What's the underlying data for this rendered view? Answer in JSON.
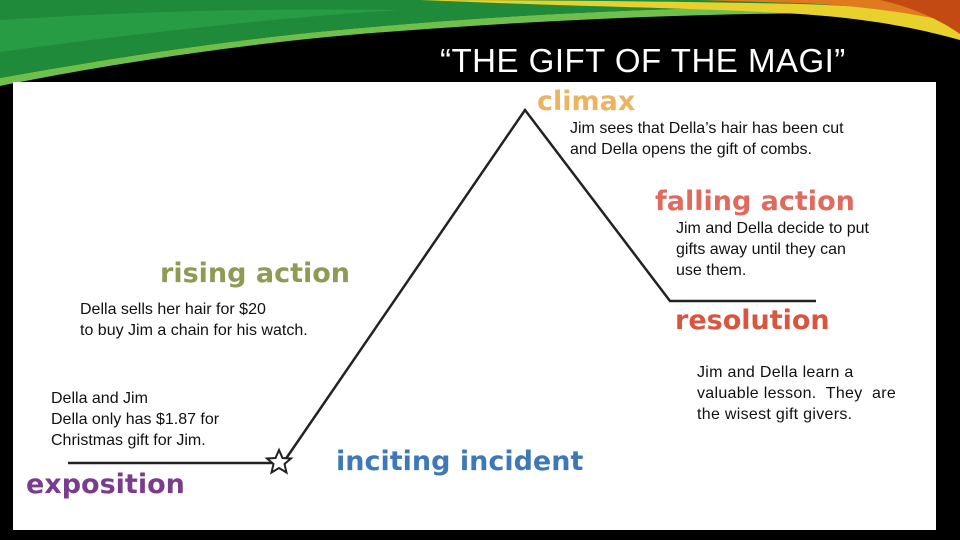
{
  "slide": {
    "title": "“THE GIFT OF THE MAGI”"
  },
  "colors": {
    "background": "#000000",
    "panel": "#ffffff",
    "band_green": "#1f8a3a",
    "band_yellow": "#e8d12c",
    "band_orange": "#e07a1f"
  },
  "plot_diagram": {
    "stages": {
      "climax": "climax",
      "falling_action": "falling action",
      "rising_action": "rising action",
      "resolution": "resolution",
      "inciting_incident": "inciting incident",
      "exposition": "exposition"
    },
    "stage_colors": {
      "climax": "#ecb460",
      "falling_action": "#e16a5e",
      "rising_action": "#8f9a55",
      "resolution": "#d8553f",
      "inciting_incident": "#3e78b7",
      "exposition": "#7a3d8e"
    },
    "notes": {
      "climax": "Jim sees that Della’s hair has been cut\nand Della opens the gift of combs.",
      "falling_action": "Jim and Della decide to put\ngifts away until they can\nuse them.",
      "rising_action": "Della sells her hair for $20\nto buy Jim a chain for his watch.",
      "exposition": "Della and Jim\nDella only has $1.87 for\nChristmas gift for Jim.",
      "resolution": "Jim and Della learn a\nvaluable lesson.  They  are\nthe wisest gift givers."
    },
    "marker_icon": "star-outline-icon"
  }
}
